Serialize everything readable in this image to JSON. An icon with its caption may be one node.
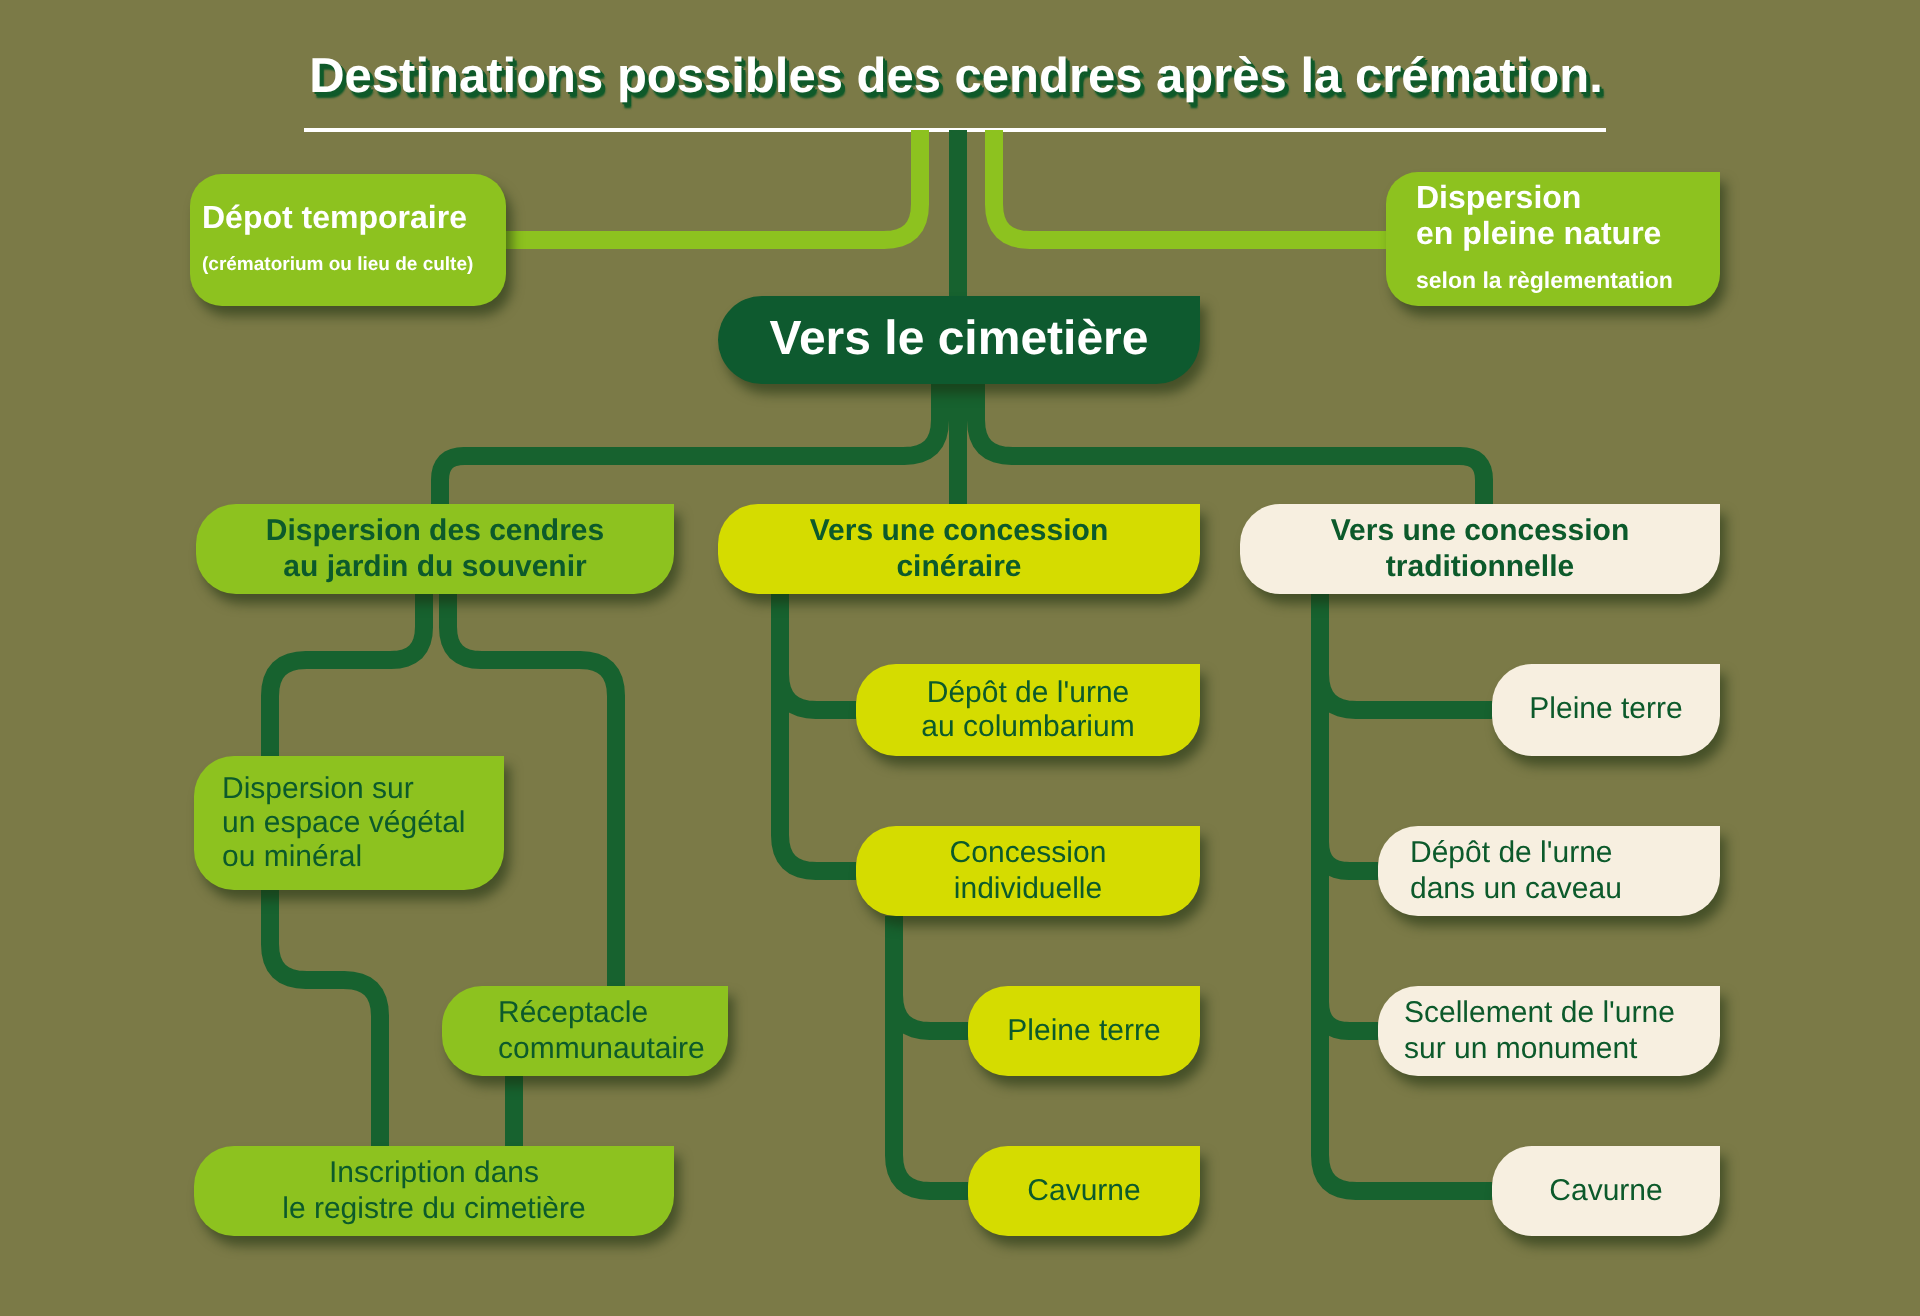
{
  "diagram": {
    "title": "Destinations possibles des cendres après la crémation.",
    "nodes": [
      {
        "text": [
          "Dépot temporaire",
          "(crématorium ou lieu de culte)"
        ]
      },
      {
        "text": [
          "Dispersion en pleine nature",
          "selon la règlementation"
        ]
      },
      {
        "text": [
          "Vers le cimetière"
        ]
      },
      {
        "text": [
          "Dispersion des cendres au jardin du souvenir"
        ]
      },
      {
        "text": [
          "Vers une concession cinéraire"
        ]
      },
      {
        "text": [
          "Vers une concession traditionnelle"
        ]
      },
      {
        "text": [
          "Dispersion sur un espace végétal ou minéral"
        ]
      },
      {
        "text": [
          "Réceptacle communautaire"
        ]
      },
      {
        "text": [
          "Inscription dans le registre du cimetière"
        ]
      },
      {
        "text": [
          "Dépôt de l'urne au columbarium"
        ]
      },
      {
        "text": [
          "Concession individuelle"
        ]
      },
      {
        "text": [
          "Pleine terre"
        ]
      },
      {
        "text": [
          "Cavurne"
        ]
      },
      {
        "text": [
          "Pleine terre"
        ]
      },
      {
        "text": [
          "Dépôt de l'urne dans un caveau"
        ]
      },
      {
        "text": [
          "Scellement de l'urne sur un monument"
        ]
      },
      {
        "text": [
          "Cavurne"
        ]
      }
    ],
    "edges": [
      {
        "from": null,
        "to": 0,
        "arrow": "none",
        "color": "#8dc21f"
      },
      {
        "from": null,
        "to": 2,
        "arrow": "none"
      },
      {
        "from": null,
        "to": 1,
        "arrow": "none",
        "color": "#8dc21f"
      },
      {
        "from": 2,
        "to": 3,
        "arrow": "none"
      },
      {
        "from": 2,
        "to": 4,
        "arrow": "none"
      },
      {
        "from": 2,
        "to": 5,
        "arrow": "none"
      },
      {
        "from": 3,
        "to": 6,
        "arrow": "none"
      },
      {
        "from": 3,
        "to": 7,
        "arrow": "none"
      },
      {
        "from": 6,
        "to": 8,
        "arrow": "none"
      },
      {
        "from": 7,
        "to": 8,
        "arrow": "none"
      },
      {
        "from": 4,
        "to": 9,
        "arrow": "none"
      },
      {
        "from": 4,
        "to": 10,
        "arrow": "none"
      },
      {
        "from": 10,
        "to": 11,
        "arrow": "none"
      },
      {
        "from": 10,
        "to": 12,
        "arrow": "none"
      },
      {
        "from": 5,
        "to": 13,
        "arrow": "none"
      },
      {
        "from": 5,
        "to": 14,
        "arrow": "none"
      },
      {
        "from": 5,
        "to": 15,
        "arrow": "none"
      },
      {
        "from": 5,
        "to": 16,
        "arrow": "none"
      }
    ]
  }
}
